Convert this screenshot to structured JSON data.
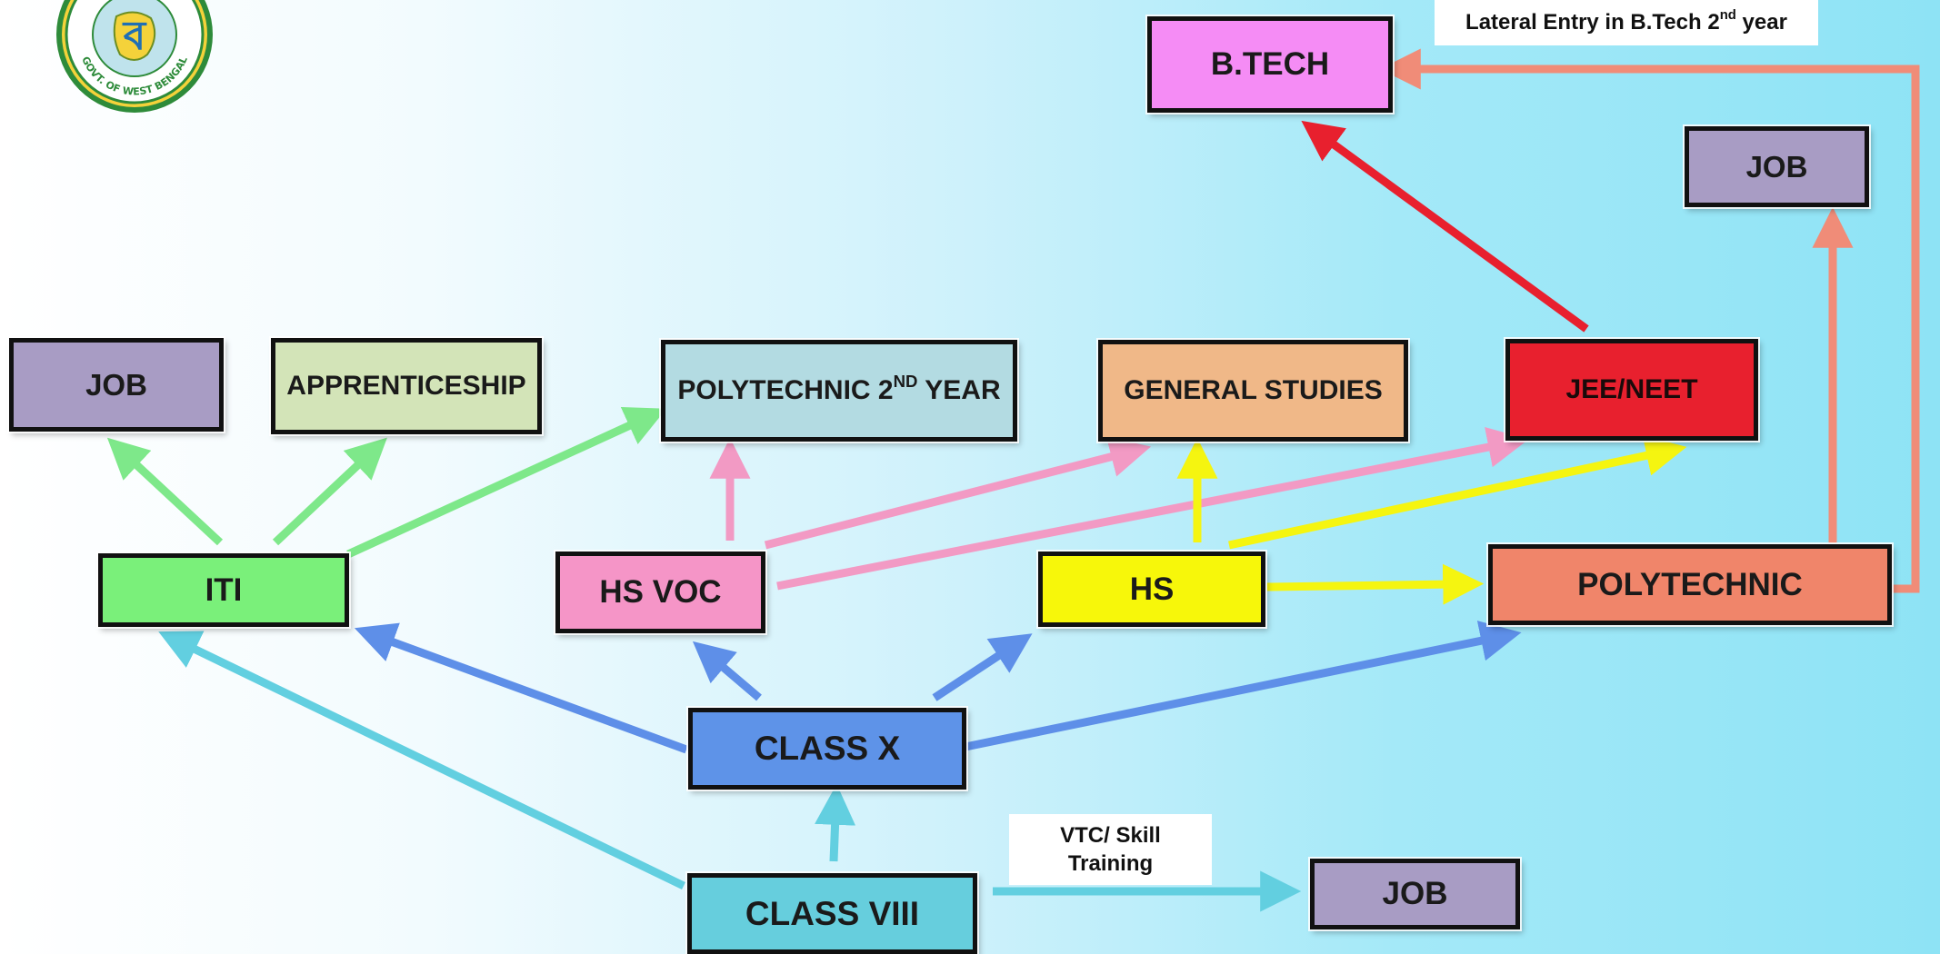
{
  "logo": {
    "emblem_text": "GOVT. OF WEST BENGAL",
    "colors": {
      "outer": "#2e8b3a",
      "ring": "#f4d23a",
      "inner": "#ffffff",
      "glyph": "#1f6fb5"
    }
  },
  "nodes": {
    "btech": {
      "label": "B.TECH",
      "color": "#f58cf5"
    },
    "job_top": {
      "label": "JOB",
      "color": "#a89cc4"
    },
    "job_left": {
      "label": "JOB",
      "color": "#a89cc4"
    },
    "apprenticeship": {
      "label": "APPRENTICESHIP",
      "color": "#d3e4b8"
    },
    "poly2": {
      "label_main": "POLYTECHNIC 2",
      "label_sup": "ND",
      "label_tail": " YEAR",
      "color": "#b3dbe2"
    },
    "general": {
      "label": "GENERAL STUDIES",
      "color": "#f0b888"
    },
    "jee": {
      "label": "JEE/NEET",
      "color": "#e8202e"
    },
    "iti": {
      "label": "ITI",
      "color": "#7af07a"
    },
    "hsvoc": {
      "label": "HS VOC",
      "color": "#f595c7"
    },
    "hs": {
      "label": "HS",
      "color": "#f7f70a"
    },
    "polytechnic": {
      "label": "POLYTECHNIC",
      "color": "#f0856a"
    },
    "classx": {
      "label": "CLASS X",
      "color": "#5e93e8"
    },
    "classviii": {
      "label": "CLASS VIII",
      "color": "#66cedd"
    },
    "job_bottom": {
      "label": "JOB",
      "color": "#a89cc4"
    }
  },
  "notes": {
    "lateral_entry": {
      "main": "Lateral Entry in B.Tech 2",
      "sup": "nd",
      "tail": " year"
    },
    "vtc_line1": "VTC/ Skill",
    "vtc_line2": "Training"
  },
  "edge_colors": {
    "cyan": "#62cfe0",
    "blue": "#5e8fe8",
    "green": "#7ee88a",
    "pink": "#f29ac4",
    "yellow": "#f5f510",
    "red": "#e8202e",
    "salmon": "#f08c78"
  }
}
